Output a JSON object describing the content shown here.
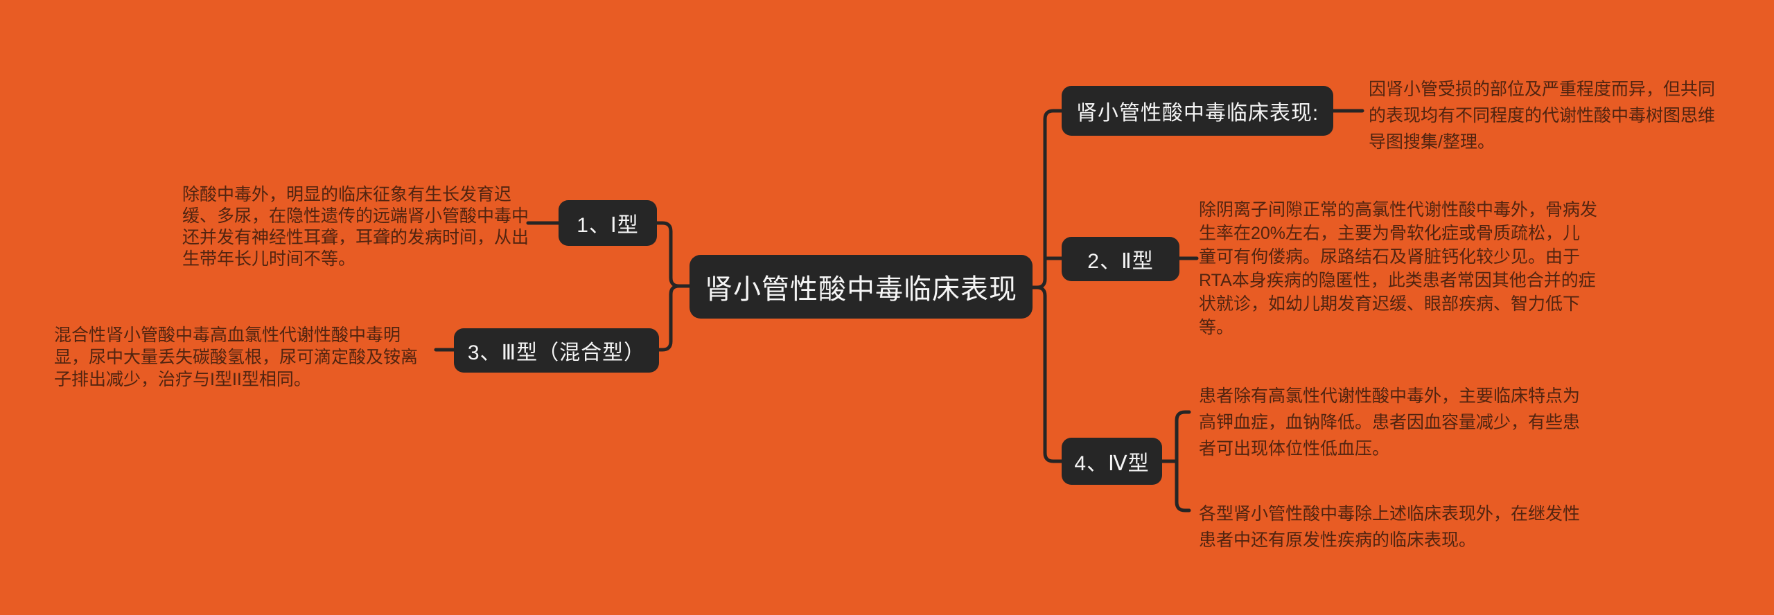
{
  "theme": {
    "background": "#E85C24",
    "node_background": "#262626",
    "node_text_color": "#F5F5F5",
    "connector_color": "#252525",
    "note_text_color": "#512410"
  },
  "mindmap": {
    "root": "肾小管性酸中毒临床表现",
    "left_branches": [
      {
        "label": "1、Ⅰ型",
        "note": "除酸中毒外，明显的临床征象有生长发育迟缓、多尿，在隐性遗传的远端肾小管酸中毒中还并发有神经性耳聋，耳聋的发病时间，从出生带年长儿时间不等。"
      },
      {
        "label": "3、Ⅲ型（混合型）",
        "note": "混合性肾小管酸中毒高血氯性代谢性酸中毒明显，尿中大量丢失碳酸氢根，尿可滴定酸及铵离子排出减少，治疗与I型II型相同。"
      }
    ],
    "right_branches": [
      {
        "label": "肾小管性酸中毒临床表现:",
        "note": "因肾小管受损的部位及严重程度而异，但共同的表现均有不同程度的代谢性酸中毒树图思维导图搜集/整理。"
      },
      {
        "label": "2、Ⅱ型",
        "note": "除阴离子间隙正常的高氯性代谢性酸中毒外，骨病发生率在20%左右，主要为骨软化症或骨质疏松，儿童可有佝偻病。尿路结石及肾脏钙化较少见。由于RTA本身疾病的隐匿性，此类患者常因其他合并的症状就诊，如幼儿期发育迟缓、眼部疾病、智力低下等。"
      },
      {
        "label": "4、Ⅳ型",
        "note_upper": "患者除有高氯性代谢性酸中毒外，主要临床特点为高钾血症，血钠降低。患者因血容量减少，有些患者可出现体位性低血压。",
        "note_lower": "各型肾小管性酸中毒除上述临床表现外，在继发性患者中还有原发性疾病的临床表现。"
      }
    ]
  }
}
